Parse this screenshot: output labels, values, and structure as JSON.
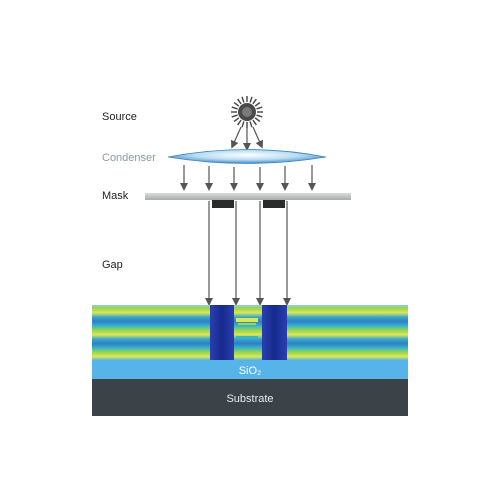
{
  "labels": {
    "source": "Source",
    "condenser": "Condenser",
    "mask": "Mask",
    "gap": "Gap",
    "oxide": "SiO₂",
    "substrate": "Substrate"
  },
  "colors": {
    "text": "#222222",
    "condenser_text": "#8a9aa6",
    "source_body": "#444444",
    "lens": "#a9d3f0",
    "mask_plate": "#b9bcbe",
    "mask_opaque": "#2b2b2b",
    "arrow": "#555555",
    "resist_green": "#9bd54a",
    "resist_yellow": "#d9e85a",
    "resist_cyan": "#37b6c8",
    "resist_blue": "#2f7fc6",
    "trench": "#1c2f9a",
    "oxide": "#56b4e9",
    "substrate": "#3b4248",
    "substrate_text": "#e8ecef"
  }
}
